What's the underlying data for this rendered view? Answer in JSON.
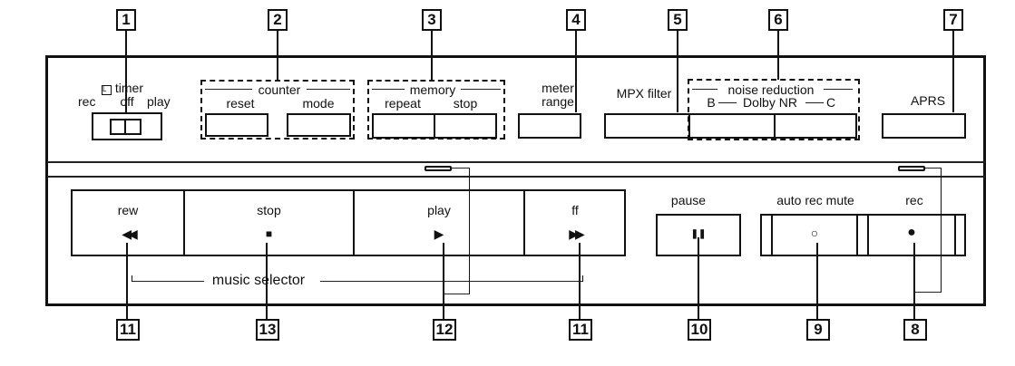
{
  "callouts": {
    "c1": "1",
    "c2": "2",
    "c3": "3",
    "c4": "4",
    "c5": "5",
    "c6": "6",
    "c7": "7",
    "c8": "8",
    "c9": "9",
    "c10": "10",
    "c11a": "11",
    "c11b": "11",
    "c12": "12",
    "c13": "13"
  },
  "timer": {
    "title": "timer",
    "icon": "clock-icon",
    "rec": "rec",
    "off": "off",
    "play": "play"
  },
  "counter": {
    "group": "counter",
    "reset": "reset",
    "mode": "mode"
  },
  "memory": {
    "group": "memory",
    "repeat": "repeat",
    "stop": "stop"
  },
  "meter": {
    "line1": "meter",
    "line2": "range"
  },
  "mpx": {
    "label": "MPX filter"
  },
  "noise": {
    "group": "noise reduction",
    "b": "B",
    "dolby": "Dolby NR",
    "c": "C"
  },
  "aprs": {
    "label": "APRS"
  },
  "transport": {
    "rew": {
      "label": "rew",
      "icon": "rewind-icon",
      "glyph": "◀◀"
    },
    "stop": {
      "label": "stop",
      "icon": "stop-icon",
      "glyph": "■"
    },
    "play": {
      "label": "play",
      "icon": "play-icon",
      "glyph": "▶"
    },
    "ff": {
      "label": "ff",
      "icon": "fast-forward-icon",
      "glyph": "▶▶"
    },
    "pause": {
      "label": "pause",
      "icon": "pause-icon",
      "glyph": "❚❚"
    },
    "auto_rec_mute": {
      "label": "auto rec mute",
      "icon": "circle-outline-icon",
      "glyph": "○"
    },
    "rec": {
      "label": "rec",
      "icon": "record-dot-icon",
      "glyph": "●"
    }
  },
  "music_selector": {
    "label": "music selector"
  }
}
